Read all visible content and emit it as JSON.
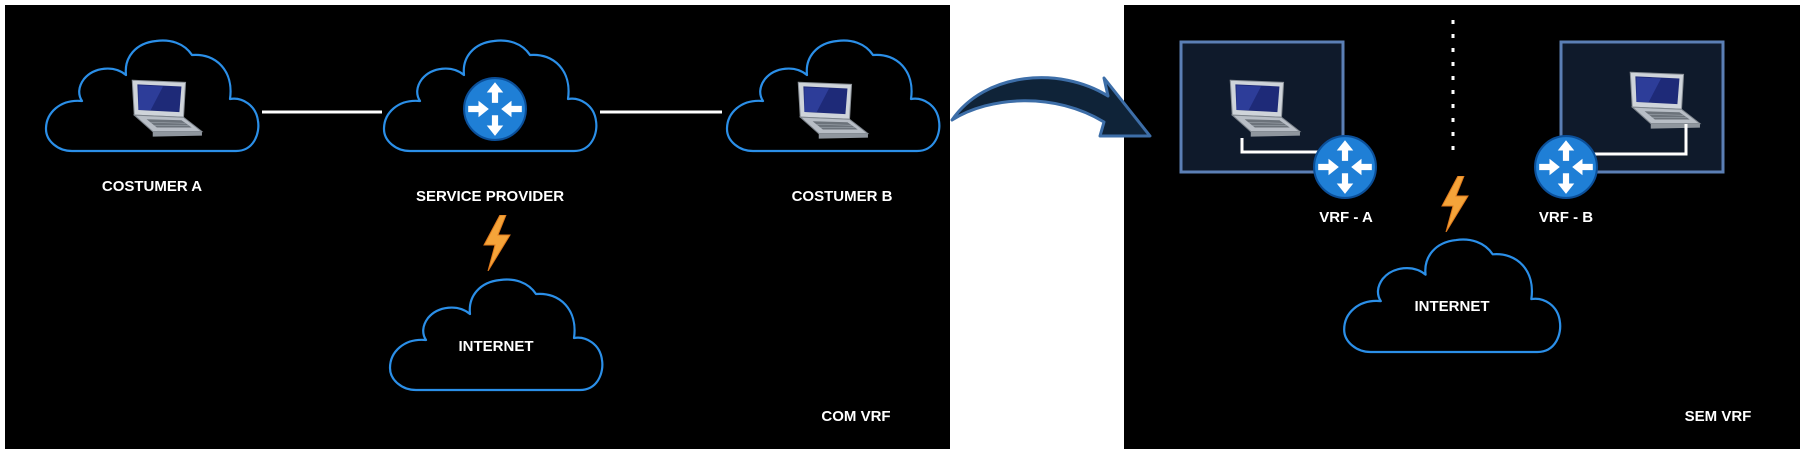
{
  "left_panel": {
    "caption": "COM VRF",
    "labels": {
      "customer_a": "COSTUMER A",
      "service_provider": "SERVICE PROVIDER",
      "customer_b": "COSTUMER B",
      "internet": "INTERNET"
    }
  },
  "right_panel": {
    "caption": "SEM VRF",
    "labels": {
      "vrf_a": "VRF - A",
      "vrf_b": "VRF - B",
      "internet": "INTERNET"
    }
  },
  "colors": {
    "background": "#000000",
    "cloud_stroke": "#2b8fe8",
    "router_fill": "#1f7fd6",
    "vrf_box_fill": "#0f1a2b",
    "vrf_box_stroke": "#5b7fb5",
    "arrow_fill": "#0f2338",
    "arrow_stroke": "#3d6ea8",
    "lightning": "#f5a43a",
    "link": "#ffffff"
  },
  "icons": [
    "cloud-icon",
    "laptop-icon",
    "router-icon",
    "lightning-icon",
    "transition-arrow-icon"
  ]
}
